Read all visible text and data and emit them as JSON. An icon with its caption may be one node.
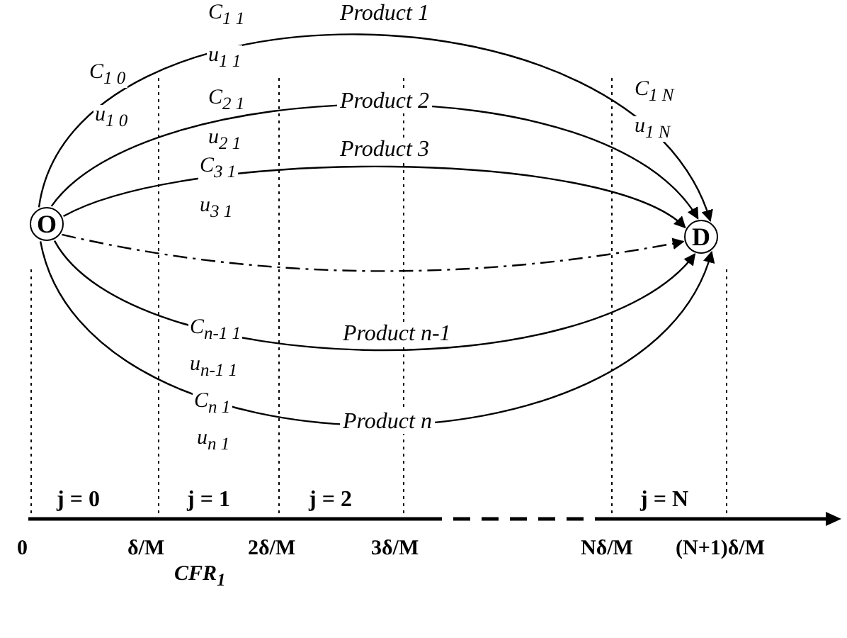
{
  "diagram": {
    "nodes": [
      {
        "text": [
          "O"
        ]
      },
      {
        "text": [
          "D"
        ]
      }
    ],
    "edges": [
      {
        "from": 0,
        "to": 1,
        "arrow": "to",
        "label": "Product 1"
      },
      {
        "from": 0,
        "to": 1,
        "arrow": "to",
        "label": "Product 2"
      },
      {
        "from": 0,
        "to": 1,
        "arrow": "to",
        "label": "Product 3"
      },
      {
        "from": 0,
        "to": 1,
        "arrow": "to",
        "style": "dashed"
      },
      {
        "from": 0,
        "to": 1,
        "arrow": "to",
        "label": "Product n-1"
      },
      {
        "from": 0,
        "to": 1,
        "arrow": "to",
        "label": "Product n"
      }
    ],
    "labels": [
      "C$_{1 1}$",
      "u$_{1 1}$",
      "C$_{1 0}$",
      "u$_{1 0}$",
      "C$_{2 1}$",
      "u$_{2 1}$",
      "C$_{3 1}$",
      "u$_{3 1}$",
      "C$_{1 N}$",
      "u$_{1 N}$",
      "C$_{n-1 1}$",
      "u$_{n-1 1}$",
      "C$_{n 1}$",
      "u$_{n 1}$",
      "j = 0",
      "j = 1",
      "j = 2",
      "j = N",
      "0",
      "δ/M",
      "2δ/M",
      "3δ/M",
      "Nδ/M",
      "(N+1)δ/M",
      "CFR$_{1}$"
    ]
  }
}
